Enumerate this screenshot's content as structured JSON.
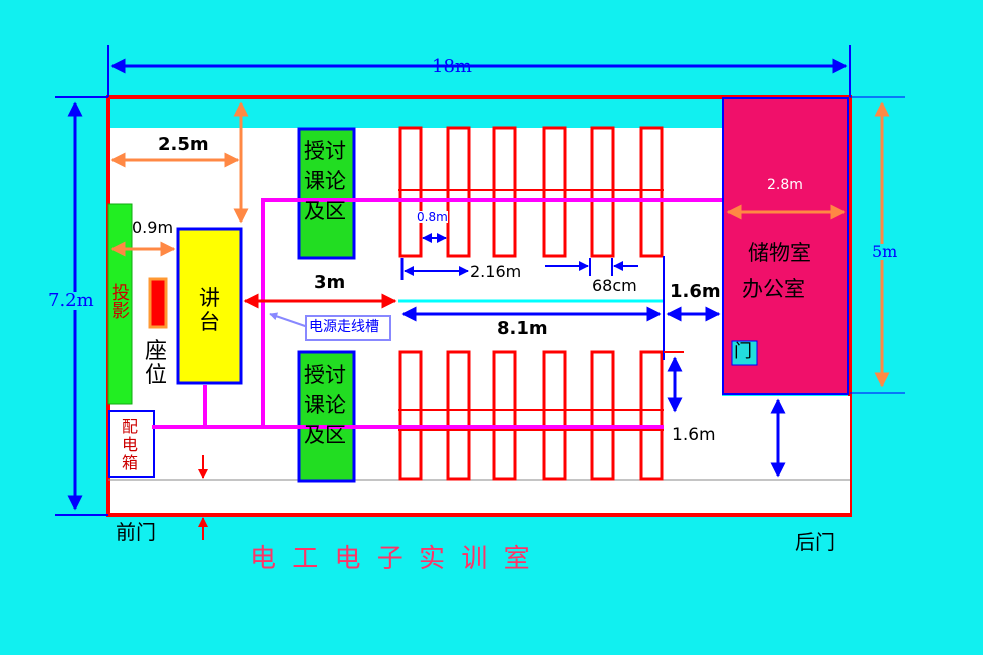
{
  "title": "电 工 电 子 实 训 室",
  "dimensions": {
    "total_width": "18m",
    "total_height": "7.2m",
    "storage_width": "2.8m",
    "storage_height": "5m",
    "front_gap": "2.5m",
    "proj_gap": "0.9m",
    "podium_gap": "3m",
    "desk_gap": "0.8m",
    "row_pitch": "2.16m",
    "desk_width": "68cm",
    "right_gap": "1.6m",
    "desk_span": "8.1m",
    "bottom_gap": "1.6m"
  },
  "rooms": {
    "discussion_top": "授讨\n课论\n及区",
    "discussion_bottom": "授讨\n课论\n及区",
    "podium": "讲\n台",
    "projection": "投影",
    "seat": "座\n位",
    "storage_line1": "储物室",
    "storage_line2": "办公室",
    "door": "门",
    "distribution_box": "配\n电\n箱",
    "power_trough": "电源走线槽"
  },
  "doors": {
    "front": "前门",
    "back": "后门"
  },
  "colors": {
    "background": "#11f0f0",
    "wall": "#ff0000",
    "floor": "#ffffff",
    "storage": "#f0106a",
    "discussion": "#22dd22",
    "podium": "#ffff00",
    "projection": "#22ee22",
    "power_line": "#ff00ff",
    "dimension_blue": "#0000ff",
    "dimension_orange": "#ff8844"
  }
}
